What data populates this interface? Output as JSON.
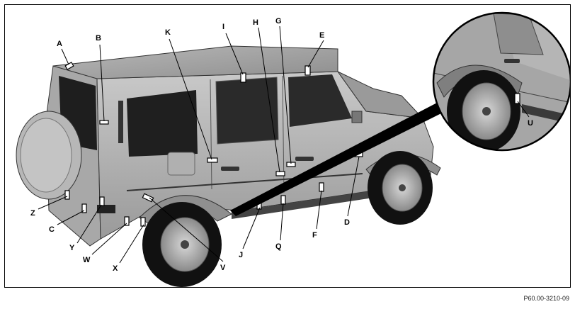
{
  "figure": {
    "reference_code": "P60.00-3210-09",
    "labels": [
      "A",
      "B",
      "K",
      "I",
      "H",
      "G",
      "E",
      "Z",
      "C",
      "Y",
      "W",
      "X",
      "V",
      "J",
      "Q",
      "F",
      "D",
      "U"
    ]
  }
}
